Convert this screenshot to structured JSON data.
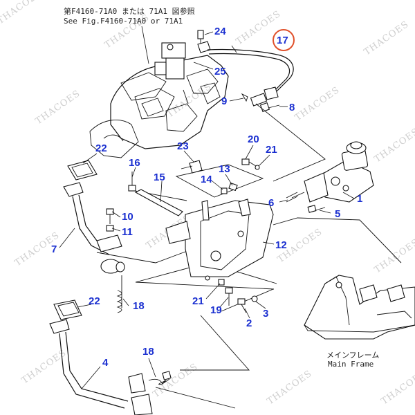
{
  "reference": {
    "line_jp": "第F4160-71A0 または 71A1 図参照",
    "line_en": "See Fig.F4160-71A0 or 71A1"
  },
  "frame_label": {
    "jp": "メインフレーム",
    "en": "Main Frame"
  },
  "highlight_color": "#e0502a",
  "callout_color": "#1a2fd0",
  "watermark": "THACOES",
  "callouts": [
    "1",
    "2",
    "3",
    "4",
    "5",
    "6",
    "7",
    "8",
    "9",
    "10",
    "11",
    "12",
    "13",
    "14",
    "15",
    "16",
    "17",
    "18",
    "18",
    "19",
    "20",
    "21",
    "21",
    "22",
    "22",
    "23",
    "24",
    "25"
  ]
}
